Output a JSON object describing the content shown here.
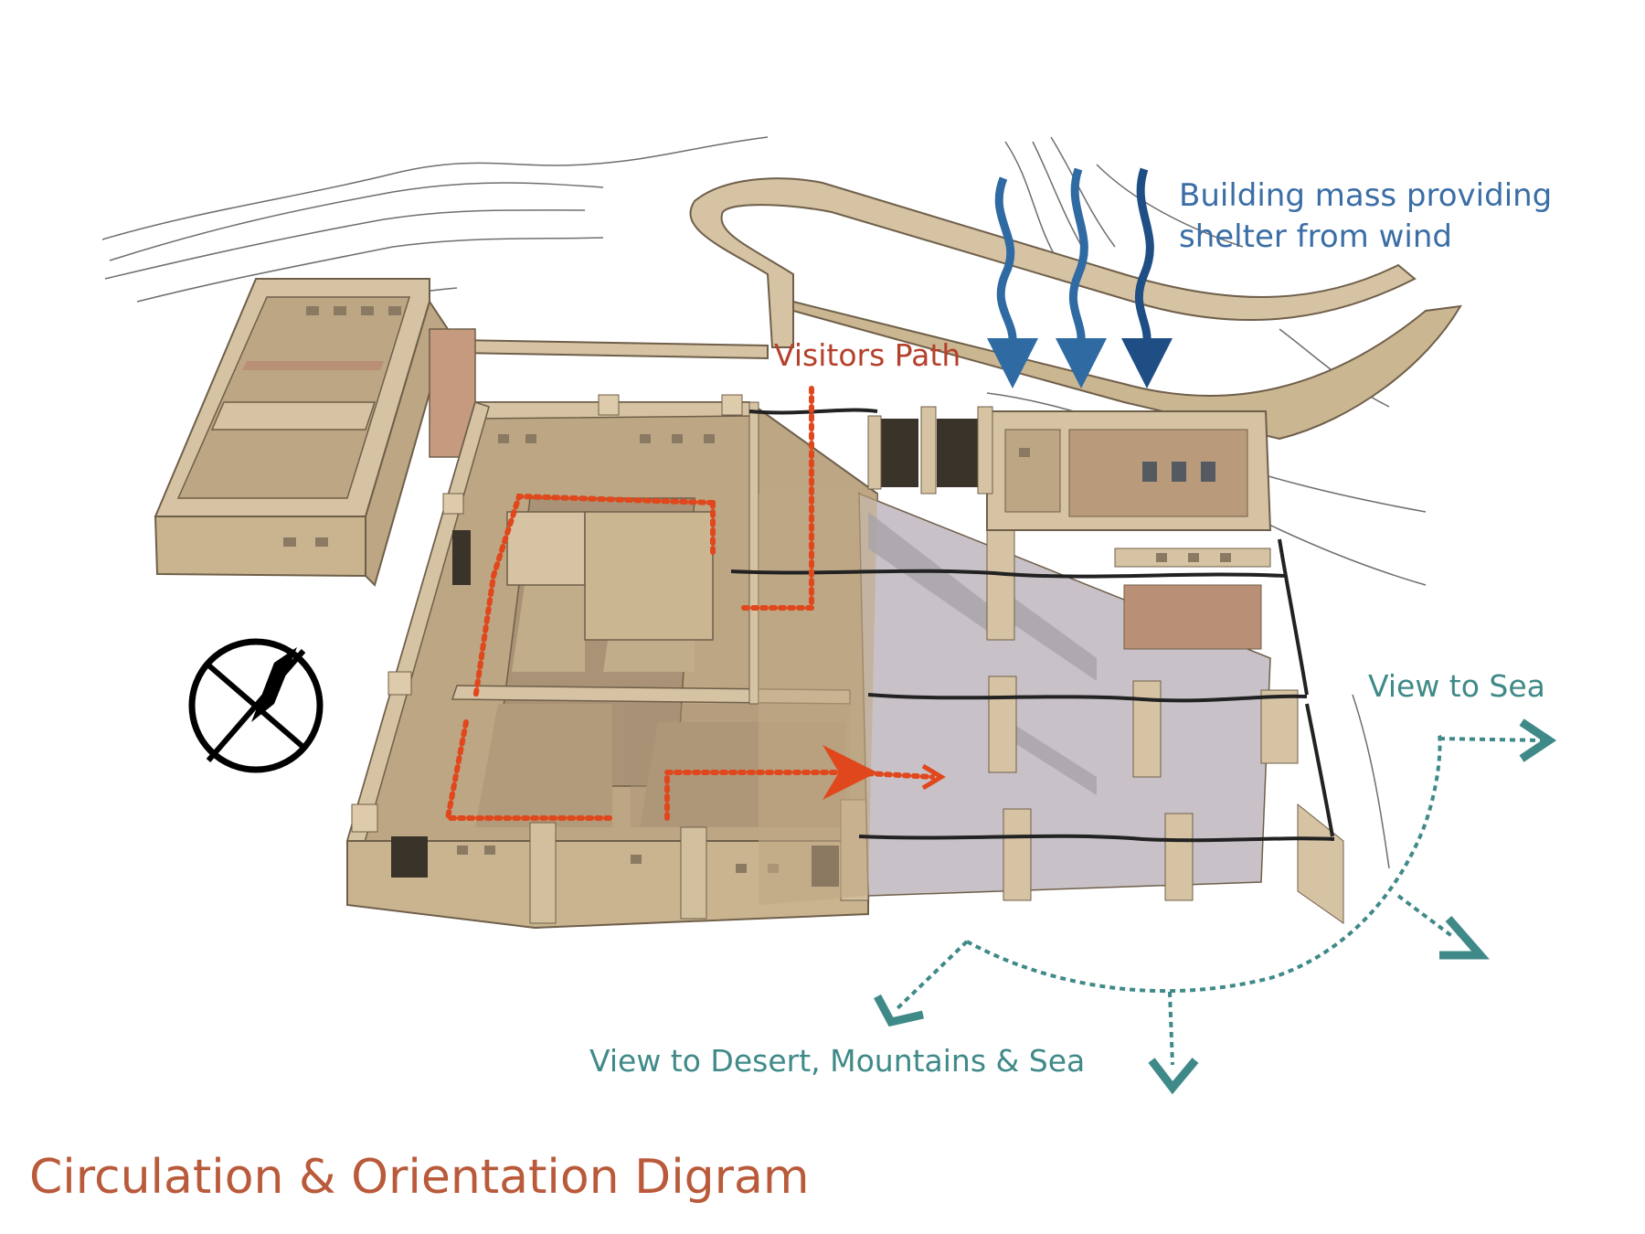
{
  "diagram": {
    "title": "Circulation & Orientation Digram",
    "annotations": {
      "wind_line1": "Building mass providing",
      "wind_line2": "shelter from wind",
      "visitors": "Visitors Path",
      "view_sea": "View to Sea",
      "view_desert": "View to Desert, Mountains & Sea"
    },
    "colors": {
      "wall_top": "#d6c3a3",
      "wall_side": "#bba585",
      "wall_shadow": "#a08a6a",
      "floor_shaded": "#b8a078",
      "plaza": "#c8c2c8",
      "wind_arrow": "#2f6aa3",
      "visitors_path": "#e0471c",
      "view_arrow": "#3f8a88",
      "title": "#b95a3a",
      "terrain_line": "#555555"
    },
    "icons": {
      "north": "north-arrow-icon",
      "wind": "wind-arrow-icon",
      "view": "view-arrow-icon"
    }
  }
}
